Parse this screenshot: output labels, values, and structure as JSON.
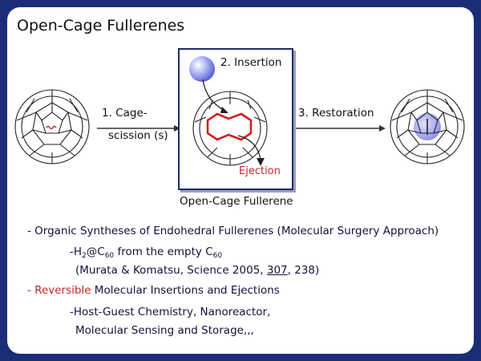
{
  "title": "Open-Cage Fullerenes",
  "steps": {
    "step1_line1": "1. Cage-",
    "step1_line2": "scission (s)",
    "step2": "2. Insertion",
    "step3": "3. Restoration",
    "ejection": "Ejection"
  },
  "cage_caption": "Open-Cage Fullerene",
  "bullets": {
    "b1": "- Organic Syntheses of Endohedral Fullerenes (Molecular Surgery Approach)",
    "b2_a": "-H",
    "b2_b": "2",
    "b2_c": "@C",
    "b2_d": "60",
    "b2_e": " from the empty C",
    "b2_f": "60",
    "b3_a": "(Murata & Komatsu, Science 2005, ",
    "b3_vol": "307",
    "b3_b": ", 238)",
    "b4_dash": "- ",
    "b4_red": "Reversible",
    "b4_rest": " Molecular Insertions and Ejections",
    "b5": "-Host-Guest Chemistry, Nanoreactor,",
    "b6": "Molecular Sensing and Storage,,,"
  },
  "colors": {
    "background": "#1c2d78",
    "accent_red": "#c0282a",
    "sphere": "#8f93ee",
    "frame": "#1f2a6a"
  },
  "icons": [
    "fullerene-c60-icon",
    "open-cage-fullerene-icon",
    "endohedral-fullerene-icon",
    "guest-molecule-sphere-icon"
  ]
}
